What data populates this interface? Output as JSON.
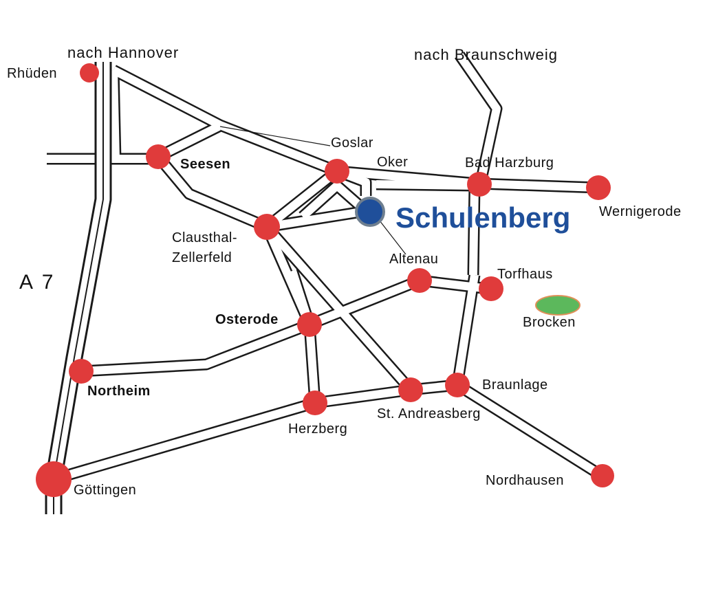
{
  "map": {
    "destination": {
      "name": "Schulenberg",
      "color": "#1f4f9a"
    },
    "highway": {
      "label": "A 7"
    },
    "directions": [
      {
        "id": "hannover",
        "label": "nach Hannover"
      },
      {
        "id": "braunschweig",
        "label": "nach Braunschweig"
      }
    ],
    "towns": [
      {
        "id": "rhueden",
        "label": "Rhüden"
      },
      {
        "id": "seesen",
        "label": "Seesen"
      },
      {
        "id": "goslar",
        "label": "Goslar"
      },
      {
        "id": "oker",
        "label": "Oker"
      },
      {
        "id": "bad-harzburg",
        "label": "Bad Harzburg"
      },
      {
        "id": "wernigerode",
        "label": "Wernigerode"
      },
      {
        "id": "clausthal-1",
        "label": "Clausthal-"
      },
      {
        "id": "clausthal-2",
        "label": "Zellerfeld"
      },
      {
        "id": "altenau",
        "label": "Altenau"
      },
      {
        "id": "torfhaus",
        "label": "Torfhaus"
      },
      {
        "id": "osterode",
        "label": "Osterode"
      },
      {
        "id": "northeim",
        "label": "Northeim"
      },
      {
        "id": "herzberg",
        "label": "Herzberg"
      },
      {
        "id": "st-andreasberg",
        "label": "St. Andreasberg"
      },
      {
        "id": "braunlage",
        "label": "Braunlage"
      },
      {
        "id": "nordhausen",
        "label": "Nordhausen"
      },
      {
        "id": "goettingen",
        "label": "Göttingen"
      }
    ],
    "landmark": {
      "label": "Brocken",
      "color": "#5cb85c"
    },
    "town_color": "#e03b3b"
  }
}
